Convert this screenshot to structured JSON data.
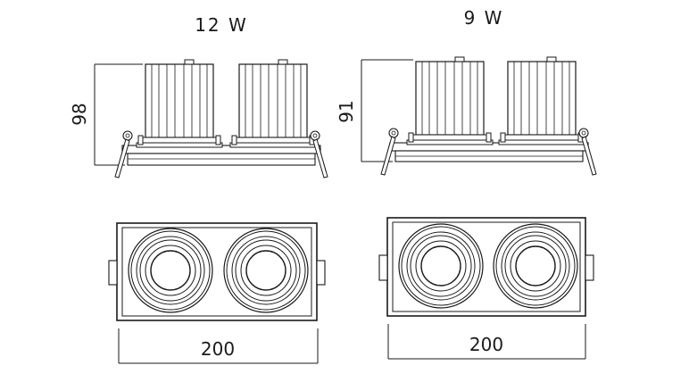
{
  "variants": [
    {
      "power": "12 W",
      "height": "98",
      "width": "200"
    },
    {
      "power": "9 W",
      "height": "91",
      "width": "200"
    }
  ],
  "colors": {
    "line": "#1a1a1a",
    "background": "#ffffff"
  }
}
